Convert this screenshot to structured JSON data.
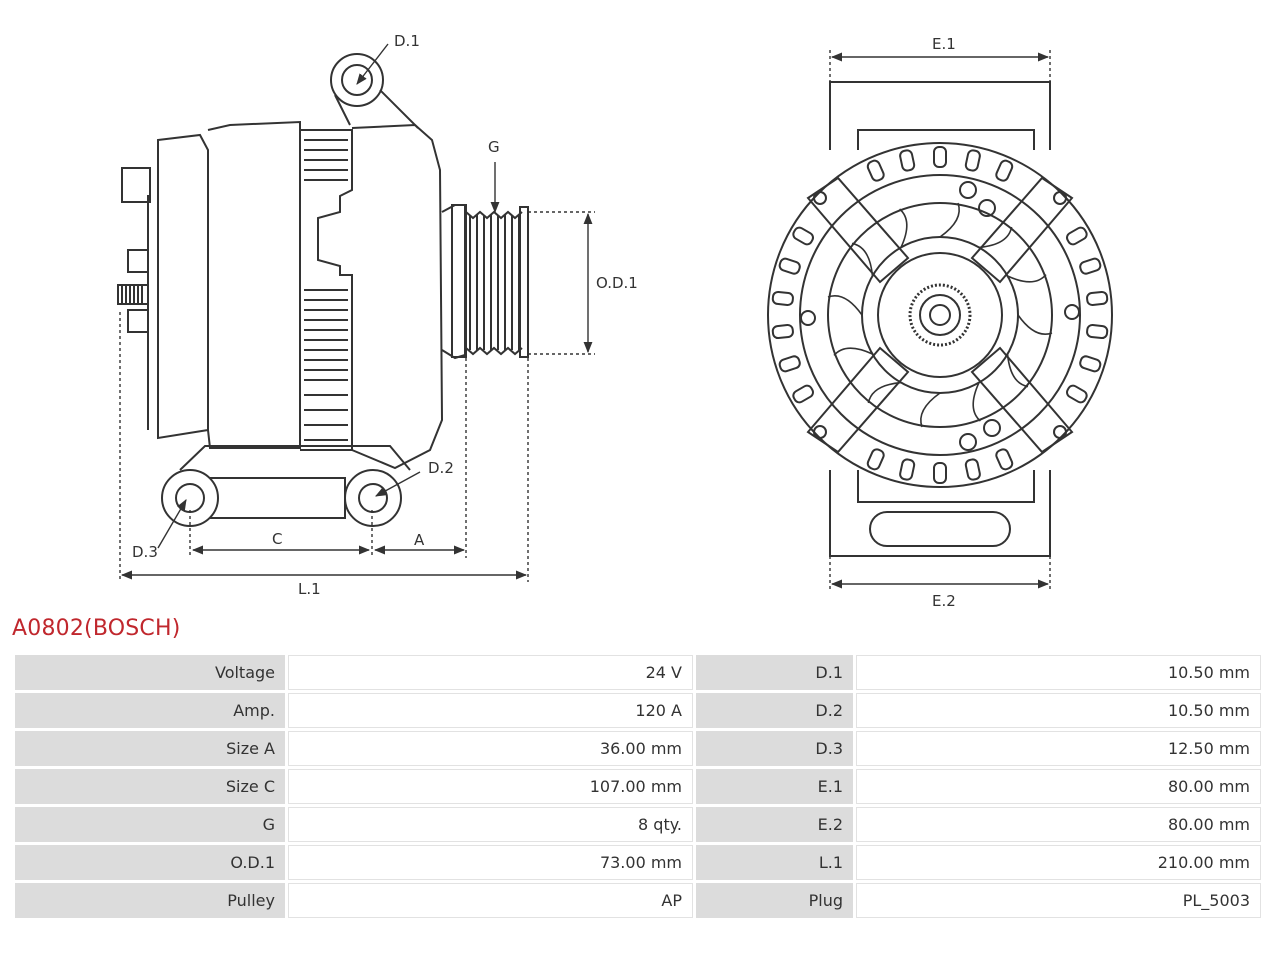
{
  "diagram": {
    "labels": {
      "d1": "D.1",
      "g": "G",
      "od1": "O.D.1",
      "d2": "D.2",
      "d3": "D.3",
      "c": "C",
      "a": "A",
      "l1": "L.1",
      "e1": "E.1",
      "e2": "E.2"
    }
  },
  "product": {
    "title": "A0802(BOSCH)"
  },
  "specs": {
    "rows": [
      {
        "label": "Voltage",
        "value": "24 V",
        "label2": "D.1",
        "value2": "10.50 mm"
      },
      {
        "label": "Amp.",
        "value": "120 A",
        "label2": "D.2",
        "value2": "10.50 mm"
      },
      {
        "label": "Size A",
        "value": "36.00 mm",
        "label2": "D.3",
        "value2": "12.50 mm"
      },
      {
        "label": "Size C",
        "value": "107.00 mm",
        "label2": "E.1",
        "value2": "80.00 mm"
      },
      {
        "label": "G",
        "value": "8 qty.",
        "label2": "E.2",
        "value2": "80.00 mm"
      },
      {
        "label": "O.D.1",
        "value": "73.00 mm",
        "label2": "L.1",
        "value2": "210.00 mm"
      },
      {
        "label": "Pulley",
        "value": "AP",
        "label2": "Plug",
        "value2": "PL_5003"
      }
    ]
  }
}
